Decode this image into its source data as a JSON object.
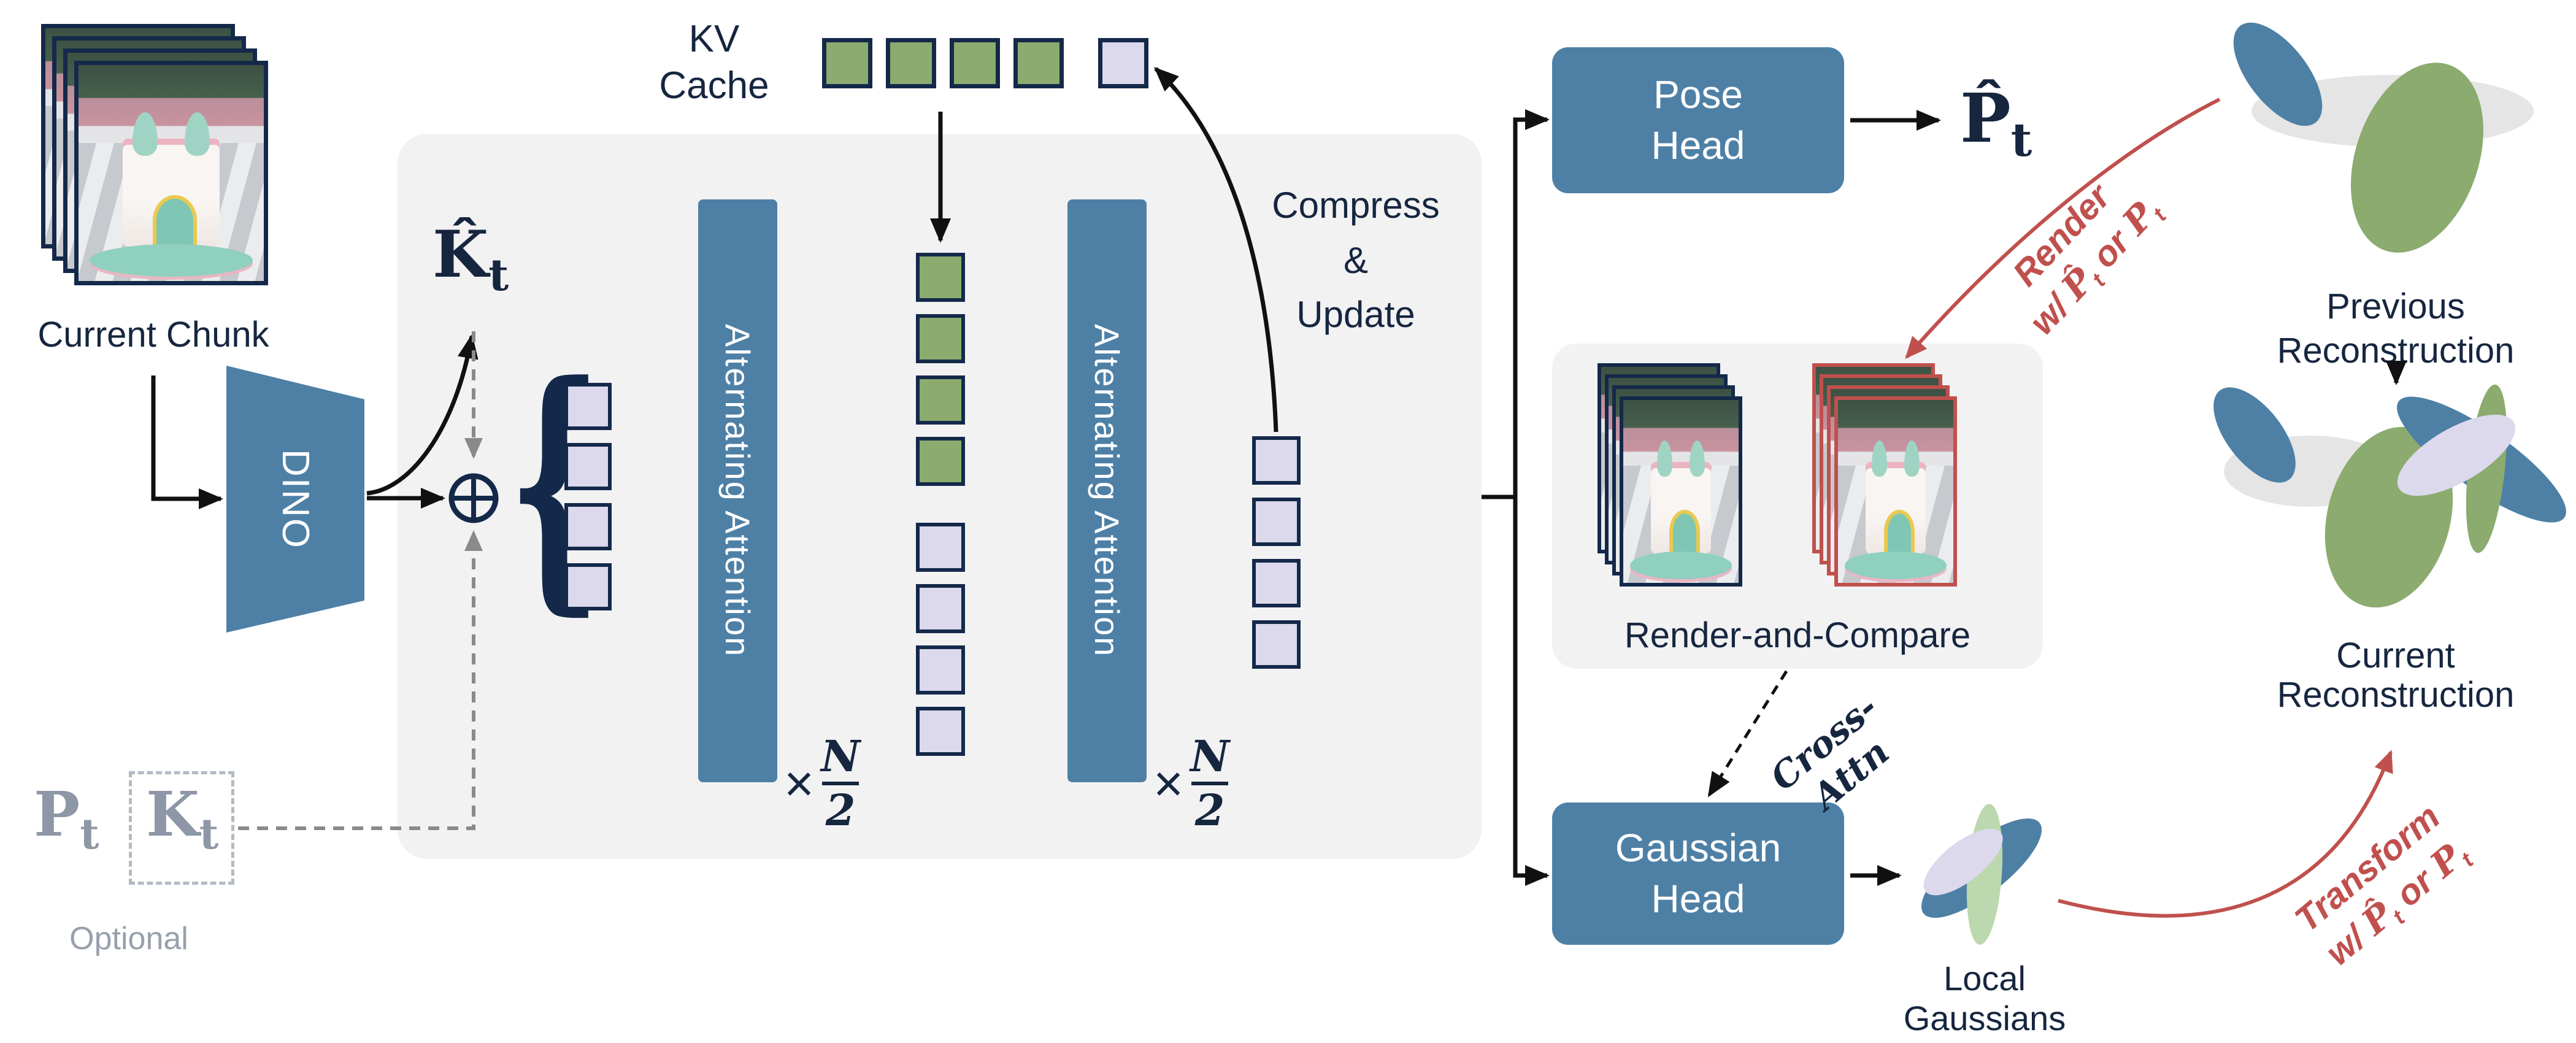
{
  "colors": {
    "ink": "#16263f",
    "box_blue": "#4e80a6",
    "token_green": "#8cab6e",
    "token_lavender": "#dcd9ec",
    "pale_green": "#bcd8ae",
    "panel_gray": "#f2f2f3",
    "accent_red": "#c0504d",
    "muted_gray": "#8d97a6"
  },
  "chunk": {
    "label": "Current Chunk"
  },
  "dino": {
    "label": "DINO"
  },
  "kv": {
    "line1": "KV",
    "line2": "Cache"
  },
  "khat": {
    "base": "K̂",
    "sub": "t"
  },
  "attn": {
    "label1": "Alternating Attention",
    "label2": "Alternating Attention",
    "times": "×",
    "num": "N",
    "den": "2"
  },
  "compress": {
    "line1": "Compress",
    "line2": "&",
    "line3": "Update"
  },
  "pose": {
    "line1": "Pose",
    "line2": "Head"
  },
  "phat": {
    "base": "P̂",
    "sub": "t"
  },
  "rc": {
    "label": "Render-and-Compare"
  },
  "cross": {
    "label": "Cross-Attn"
  },
  "gauss": {
    "line1": "Gaussian",
    "line2": "Head"
  },
  "local": {
    "label": "Local Gaussians"
  },
  "prev": {
    "line1": "Previous",
    "line2": "Reconstruction"
  },
  "curr": {
    "line1": "Current",
    "line2": "Reconstruction"
  },
  "render_note": {
    "line1": "Render",
    "w": "w/ ",
    "p1": "P̂",
    "s1": "t",
    "or": " or ",
    "p2": "P",
    "s2": "t"
  },
  "transform_note": {
    "line1": "Transform",
    "w": "w/ ",
    "p1": "P̂",
    "s1": "t",
    "or": " or ",
    "p2": "P",
    "s2": "t"
  },
  "optional": {
    "p": "P",
    "psub": "t",
    "k": "K",
    "ksub": "t",
    "label": "Optional"
  }
}
